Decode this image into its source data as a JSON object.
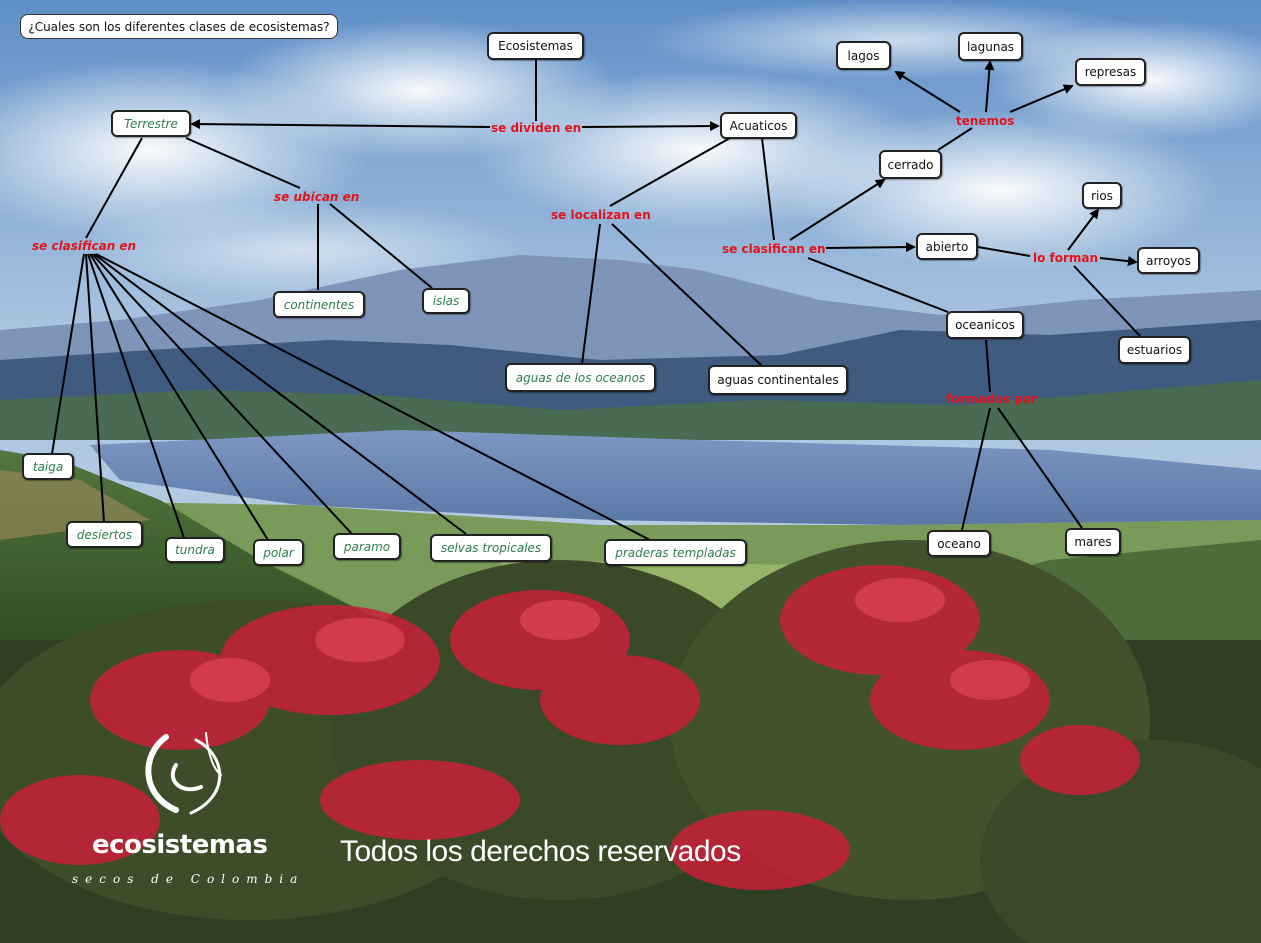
{
  "question": "¿Cuales son los diferentes clases de ecosistemas?",
  "nodes": {
    "ecosistemas": "Ecosistemas",
    "terrestre": "Terrestre",
    "acuaticos": "Acuaticos",
    "continentes": "continentes",
    "islas": "islas",
    "taiga": "taiga",
    "desiertos": "desiertos",
    "tundra": "tundra",
    "polar": "polar",
    "paramo": "paramo",
    "selvas_tropicales": "selvas tropicales",
    "praderas_templadas": "praderas templadas",
    "aguas_oceanos": "aguas de los oceanos",
    "aguas_continentales": "aguas continentales",
    "cerrado": "cerrado",
    "abierto": "abierto",
    "oceanicos": "oceanicos",
    "lagos": "lagos",
    "lagunas": "lagunas",
    "represas": "represas",
    "rios": "rios",
    "arroyos": "arroyos",
    "estuarios": "estuarios",
    "oceano": "oceano",
    "mares": "mares"
  },
  "links": {
    "se_dividen_en": "se dividen en",
    "se_ubican_en": "se ubican en",
    "se_clasifican_en_terrestre": "se clasifican en",
    "se_localizan_en": "se localizan en",
    "se_clasifican_en_acuaticos": "se clasifican en",
    "tenemos": "tenemos",
    "lo_forman": "lo forman",
    "formados_por": "formados por"
  },
  "footer": {
    "brand": "ecosistemas",
    "brand_sub": "secos de Colombia",
    "rights": "Todos los derechos reservados"
  },
  "colors": {
    "link_text": "#e2131a",
    "green_node_text": "#2e7d4f",
    "sky": "#6f9fd0",
    "flowers": "#c8203a"
  }
}
